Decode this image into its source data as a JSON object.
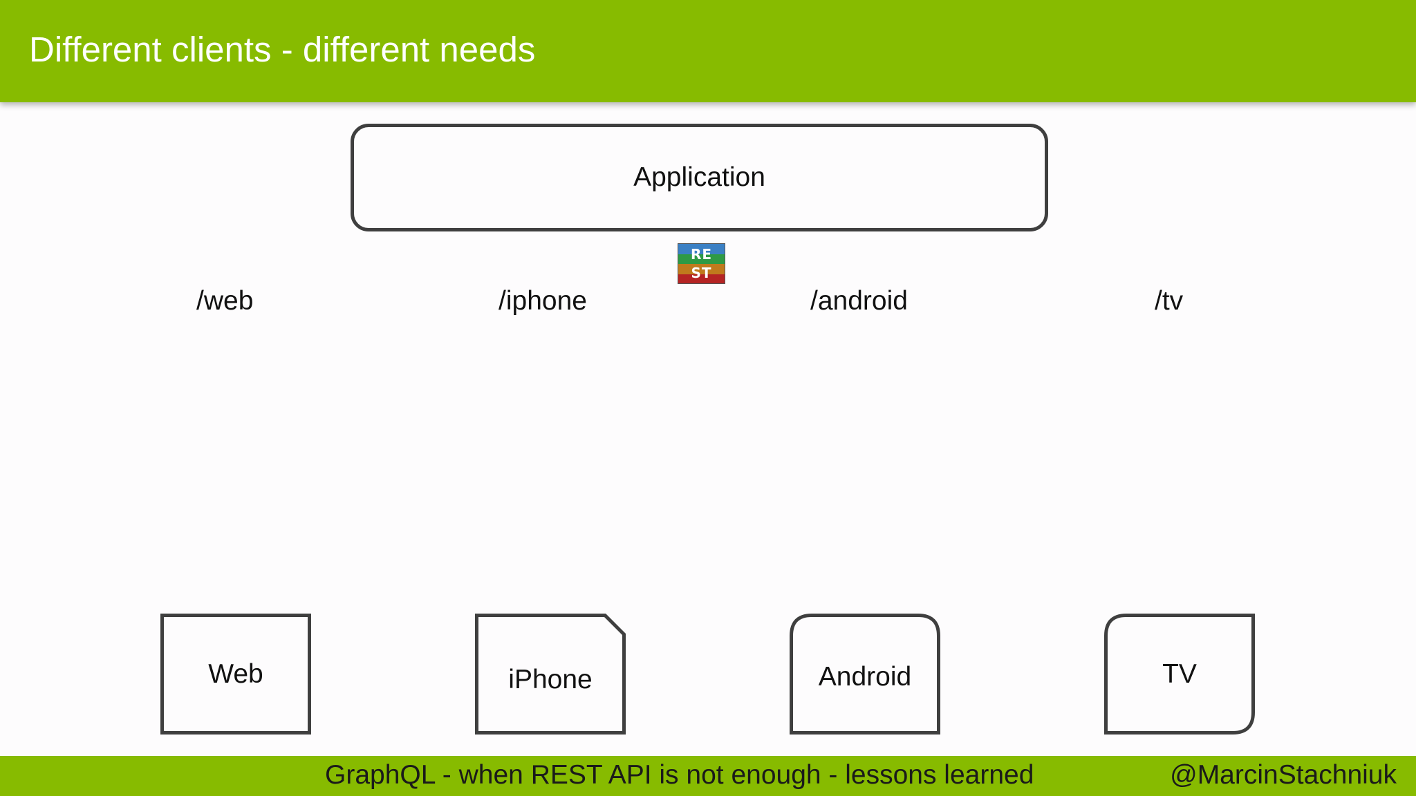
{
  "header": {
    "title": "Different clients - different needs"
  },
  "diagram": {
    "application_label": "Application",
    "rest_badge": {
      "line1": "RE",
      "line2": "ST",
      "colors": [
        "#3b80c4",
        "#2e9a45",
        "#c07a1d",
        "#b52424"
      ]
    },
    "endpoints": [
      "/web",
      "/iphone",
      "/android",
      "/tv"
    ],
    "clients": [
      "Web",
      "iPhone",
      "Android",
      "TV"
    ]
  },
  "footer": {
    "talk_title": "GraphQL - when REST API is not enough - lessons learned",
    "handle": "@MarcinStachniuk"
  },
  "colors": {
    "accent": "#87bb00",
    "stroke": "#3f3f3f"
  }
}
